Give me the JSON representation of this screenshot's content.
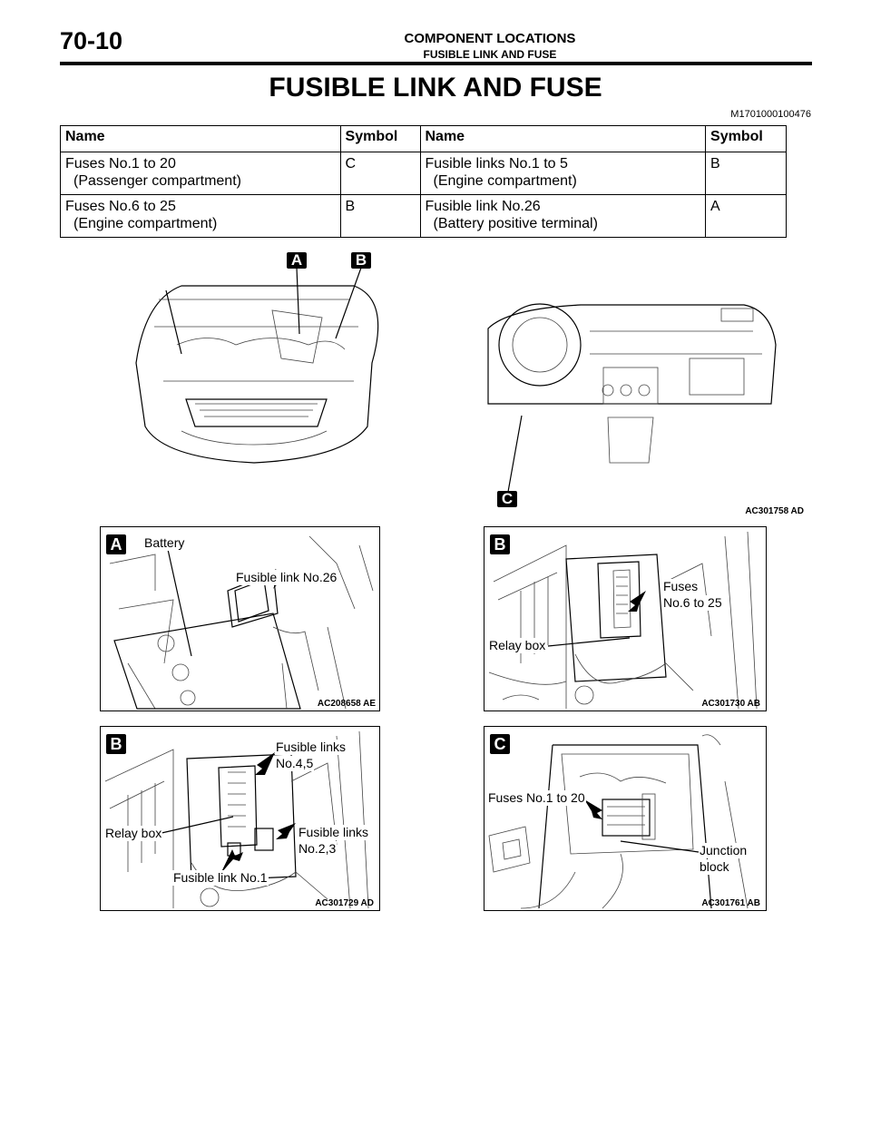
{
  "header": {
    "page_number": "70-10",
    "section": "COMPONENT LOCATIONS",
    "subsection": "FUSIBLE LINK AND FUSE"
  },
  "title": "FUSIBLE LINK AND FUSE",
  "doc_code": "M1701000100476",
  "table": {
    "headers": [
      "Name",
      "Symbol",
      "Name",
      "Symbol"
    ],
    "rows": [
      {
        "name1": "Fuses No.1 to 20",
        "loc1": "(Passenger compartment)",
        "sym1": "C",
        "name2": "Fusible links No.1 to 5",
        "loc2": "(Engine compartment)",
        "sym2": "B"
      },
      {
        "name1": "Fuses No.6 to 25",
        "loc1": "(Engine compartment)",
        "sym1": "B",
        "name2": "Fusible link No.26",
        "loc2": "(Battery positive terminal)",
        "sym2": "A"
      }
    ]
  },
  "overview": {
    "tag_a": "A",
    "tag_b": "B",
    "tag_c": "C",
    "ref": "AC301758 AD"
  },
  "panel_a": {
    "tag": "A",
    "battery": "Battery",
    "fusible_link": "Fusible link No.26",
    "ref": "AC208658 AE"
  },
  "panel_b1": {
    "tag": "B",
    "fuses_line1": "Fuses",
    "fuses_line2": "No.6 to 25",
    "relay_box": "Relay box",
    "ref": "AC301730 AB"
  },
  "panel_b2": {
    "tag": "B",
    "links45_line1": "Fusible links",
    "links45_line2": "No.4,5",
    "relay_box": "Relay box",
    "links23_line1": "Fusible links",
    "links23_line2": "No.2,3",
    "link1": "Fusible link No.1",
    "ref": "AC301729 AD"
  },
  "panel_c": {
    "tag": "C",
    "fuses": "Fuses No.1 to 20",
    "junction_line1": "Junction",
    "junction_line2": "block",
    "ref": "AC301761 AB"
  }
}
